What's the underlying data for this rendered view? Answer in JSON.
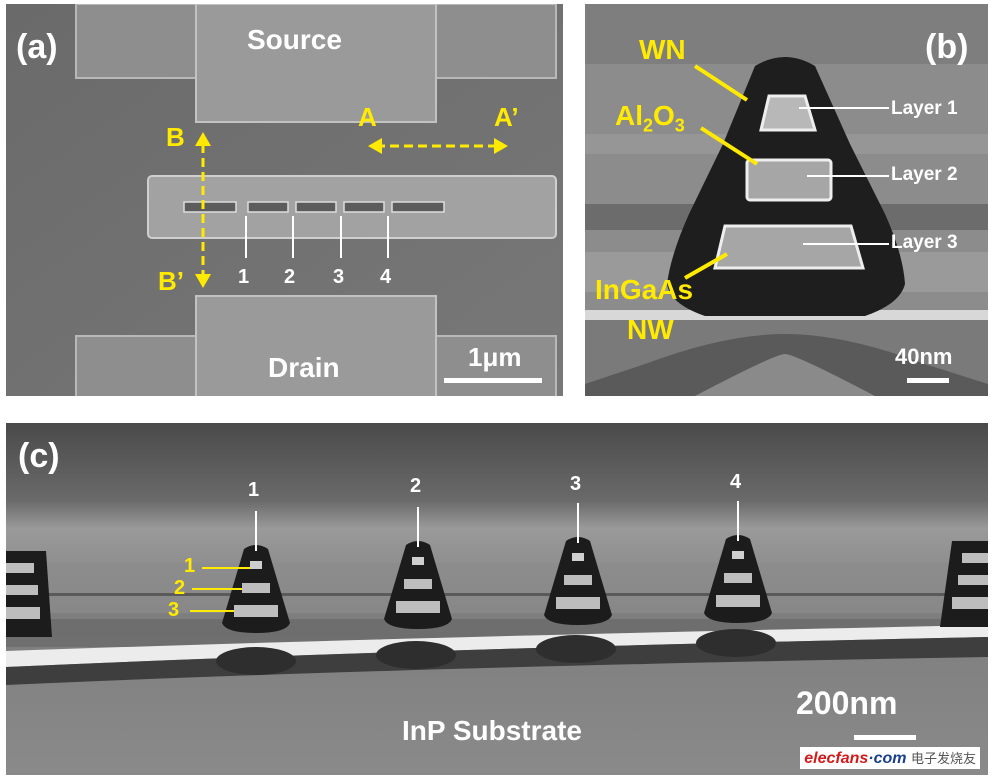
{
  "panel_a": {
    "label": "(a)",
    "source": "Source",
    "drain": "Drain",
    "label_A": "A",
    "label_A_prime": "A’",
    "label_B": "B",
    "label_B_prime": "B’",
    "markers": [
      "1",
      "2",
      "3",
      "4"
    ],
    "scale": "1μm"
  },
  "panel_b": {
    "label": "(b)",
    "wn": "WN",
    "al2o3_base": "Al",
    "al2o3_sub1": "2",
    "al2o3_mid": "O",
    "al2o3_sub2": "3",
    "ingaas": "InGaAs",
    "nw": "NW",
    "layers": [
      "Layer 1",
      "Layer 2",
      "Layer 3"
    ],
    "scale": "40nm"
  },
  "panel_c": {
    "label": "(c)",
    "gates": [
      "1",
      "2",
      "3",
      "4"
    ],
    "layer_markers": [
      "1",
      "2",
      "3"
    ],
    "substrate": "InP Substrate",
    "scale": "200nm"
  },
  "watermark": {
    "part1": "elecfans",
    "part2": "·com",
    "part3": "电子发烧友"
  },
  "colors": {
    "annotation_yellow": "#ffea00",
    "annotation_white": "#ffffff"
  }
}
